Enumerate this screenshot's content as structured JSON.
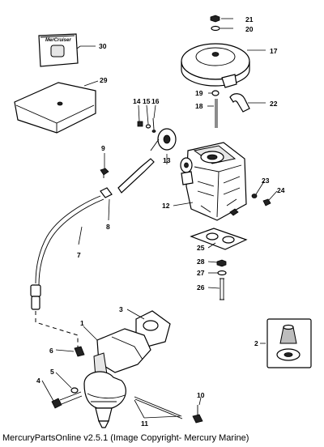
{
  "logo_text": "MerCruiser",
  "callouts": [
    {
      "id": "1",
      "text": "1"
    },
    {
      "id": "2",
      "text": "2"
    },
    {
      "id": "3",
      "text": "3"
    },
    {
      "id": "4",
      "text": "4"
    },
    {
      "id": "5",
      "text": "5"
    },
    {
      "id": "6",
      "text": "6"
    },
    {
      "id": "7",
      "text": "7"
    },
    {
      "id": "8",
      "text": "8"
    },
    {
      "id": "9",
      "text": "9"
    },
    {
      "id": "10",
      "text": "10"
    },
    {
      "id": "11",
      "text": "11"
    },
    {
      "id": "12",
      "text": "12"
    },
    {
      "id": "13",
      "text": "13"
    },
    {
      "id": "14",
      "text": "14"
    },
    {
      "id": "15",
      "text": "15"
    },
    {
      "id": "16",
      "text": "16"
    },
    {
      "id": "17",
      "text": "17"
    },
    {
      "id": "18",
      "text": "18"
    },
    {
      "id": "19",
      "text": "19"
    },
    {
      "id": "20",
      "text": "20"
    },
    {
      "id": "21",
      "text": "21"
    },
    {
      "id": "22",
      "text": "22"
    },
    {
      "id": "23",
      "text": "23"
    },
    {
      "id": "24",
      "text": "24"
    },
    {
      "id": "25",
      "text": "25"
    },
    {
      "id": "26",
      "text": "26"
    },
    {
      "id": "27",
      "text": "27"
    },
    {
      "id": "28",
      "text": "28"
    },
    {
      "id": "29",
      "text": "29"
    },
    {
      "id": "30",
      "text": "30"
    }
  ],
  "footer": "MercuryPartsOnline v2.5.1 (Image Copyright- Mercury Marine)"
}
